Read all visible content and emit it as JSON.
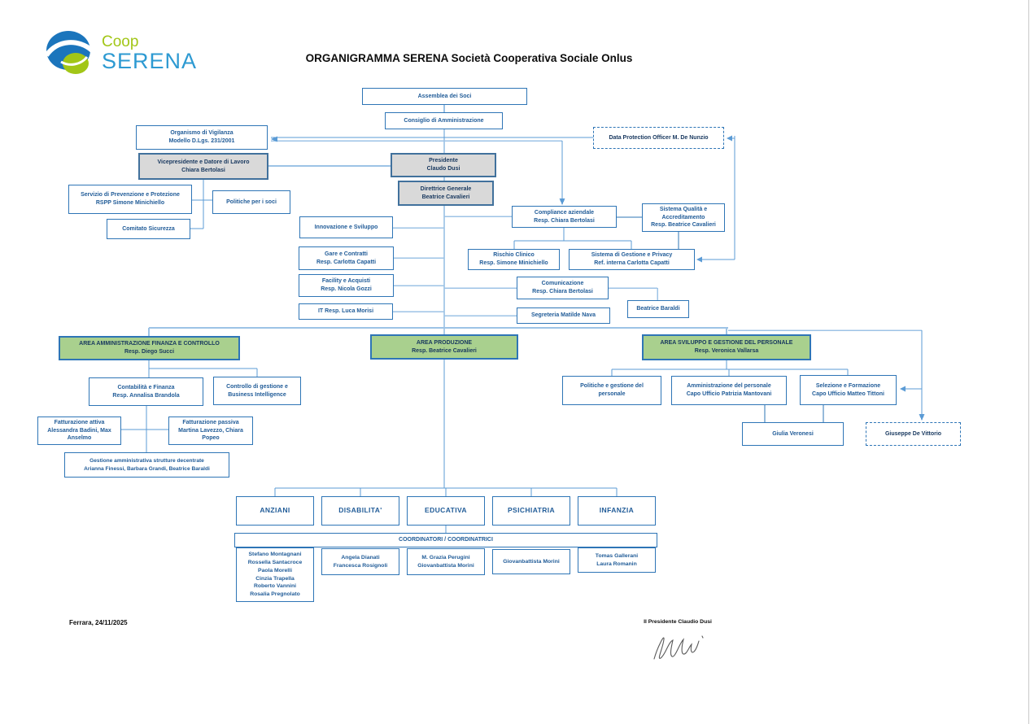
{
  "title": "ORGANIGRAMMA SERENA Società Cooperativa Sociale Onlus",
  "logo": {
    "coop": "Coop",
    "serena": "SERENA"
  },
  "colors": {
    "border_blue": "#2E75B6",
    "text_blue": "#215C98",
    "green_fill": "#A9D08E",
    "gray_fill": "#D9D9D9",
    "line_light": "#9DC3E6",
    "line_mid": "#5B9BD5",
    "logo_green": "#A2C617",
    "logo_blue": "#2D9AD2",
    "swirl_blue": "#1B75BC"
  },
  "boxes": {
    "assemblea": {
      "lines": [
        "Assemblea dei Soci"
      ]
    },
    "consiglio": {
      "lines": [
        "Consiglio di Amministrazione"
      ]
    },
    "organismo": {
      "lines": [
        "Organismo di Vigilanza",
        "Modello D.Lgs. 231/2001"
      ]
    },
    "dpo": {
      "lines": [
        "Data Protection Officer M. De Nunzio"
      ]
    },
    "vicepresidente": {
      "lines": [
        "Vicepresidente e Datore di Lavoro",
        "Chiara Bertolasi"
      ]
    },
    "presidente": {
      "lines": [
        "Presidente",
        "Claudo Dusi"
      ]
    },
    "direttrice": {
      "lines": [
        "Direttrice Generale",
        "Beatrice Cavalieri"
      ]
    },
    "servizio_prevenzione": {
      "lines": [
        "Servizio di Prevenzione e Protezione",
        "RSPP Simone Minichiello"
      ]
    },
    "politiche_soci": {
      "lines": [
        "Politiche per i soci"
      ]
    },
    "comitato_sicurezza": {
      "lines": [
        "Comitato Sicurezza"
      ]
    },
    "compliance": {
      "lines": [
        "Compliance aziendale",
        "Resp. Chiara Bertolasi"
      ]
    },
    "sistema_qualita": {
      "lines": [
        "Sistema Qualità e",
        "Accreditamento",
        "Resp. Beatrice Cavalieri"
      ]
    },
    "innovazione": {
      "lines": [
        "Innovazione e Sviluppo"
      ]
    },
    "gare": {
      "lines": [
        "Gare e Contratti",
        "Resp. Carlotta Capatti"
      ]
    },
    "rischio_clinico": {
      "lines": [
        "Rischio Clinico",
        "Resp. Simone Minichiello"
      ]
    },
    "sistema_gestione": {
      "lines": [
        "Sistema di Gestione e Privacy",
        "Ref. interna Carlotta Capatti"
      ]
    },
    "facility": {
      "lines": [
        "Facility e Acquisti",
        "Resp. Nicola Gozzi"
      ]
    },
    "comunicazione": {
      "lines": [
        "Comunicazione",
        "Resp. Chiara Bertolasi"
      ]
    },
    "it": {
      "lines": [
        "IT Resp. Luca Morisi"
      ]
    },
    "beatrice_baraldi": {
      "lines": [
        "Beatrice Baraldi"
      ]
    },
    "segreteria": {
      "lines": [
        "Segreteria Matilde Nava"
      ]
    },
    "area_amministrazione": {
      "lines": [
        "AREA AMMINISTRAZIONE FINANZA E CONTROLLO",
        "Resp. Diego Succi"
      ]
    },
    "area_produzione": {
      "lines": [
        "AREA PRODUZIONE",
        "Resp. Beatrice Cavalieri"
      ]
    },
    "area_sviluppo": {
      "lines": [
        "AREA SVILUPPO E GESTIONE DEL PERSONALE",
        "Resp. Veronica Vallarsa"
      ]
    },
    "contabilita": {
      "lines": [
        "Contabilità e Finanza",
        "Resp. Annalisa Brandola"
      ]
    },
    "controllo_gestione": {
      "lines": [
        "Controllo di gestione e",
        "Business Intelligence"
      ]
    },
    "politiche_gestione": {
      "lines": [
        "Politiche e gestione  del",
        "personale"
      ]
    },
    "amministrazione_personale": {
      "lines": [
        "Amministrazione del personale",
        "Capo Ufficio Patrizia Mantovani"
      ]
    },
    "selezione_formazione": {
      "lines": [
        "Selezione e Formazione",
        "Capo Ufficio Matteo Tittoni"
      ]
    },
    "fatturazione_attiva": {
      "lines": [
        "Fatturazione attiva",
        "Alessandra Badini, Max",
        "Anselmo"
      ]
    },
    "fatturazione_passiva": {
      "lines": [
        "Fatturazione passiva",
        "Martina Lavezzo, Chiara",
        "Popeo"
      ]
    },
    "giulia_veronesi": {
      "lines": [
        "Giulia Veronesi"
      ]
    },
    "giuseppe_de_vittorio": {
      "lines": [
        "Giuseppe De Vittorio"
      ]
    },
    "gestione_amministrativa": {
      "lines": [
        "Gestione amministrativa strutture decentrate",
        "Arianna Finessi, Barbara Grandi, Beatrice Baraldi"
      ]
    },
    "anziani": {
      "lines": [
        "ANZIANI"
      ]
    },
    "disabilita": {
      "lines": [
        "DISABILITA'"
      ]
    },
    "educativa": {
      "lines": [
        "EDUCATIVA"
      ]
    },
    "psichiatria": {
      "lines": [
        "PSICHIATRIA"
      ]
    },
    "infanzia": {
      "lines": [
        "INFANZIA"
      ]
    },
    "coordinatori_header": {
      "lines": [
        "COORDINATORI / COORDINATRICI"
      ]
    },
    "coord_anziani": {
      "lines": [
        "Stefano Montagnani",
        "Rossella Santacroce",
        "Paola Morelli",
        "Cinzia Trapella",
        "Roberto Vannini",
        "Rosalia Pregnolato"
      ]
    },
    "coord_disabilita": {
      "lines": [
        "Angela Dianati",
        "Francesca Rosignoli"
      ]
    },
    "coord_educativa": {
      "lines": [
        "M. Grazia Perugini",
        "Giovanbattista Morini"
      ]
    },
    "coord_psichiatria": {
      "lines": [
        "Giovanbattista Morini"
      ]
    },
    "coord_infanzia": {
      "lines": [
        "Tomas Gallerani",
        "Laura Romanin"
      ]
    }
  },
  "footer": {
    "place_date": "Ferrara, 24/11/2025",
    "president_line": "Il Presidente Claudio Dusi"
  }
}
